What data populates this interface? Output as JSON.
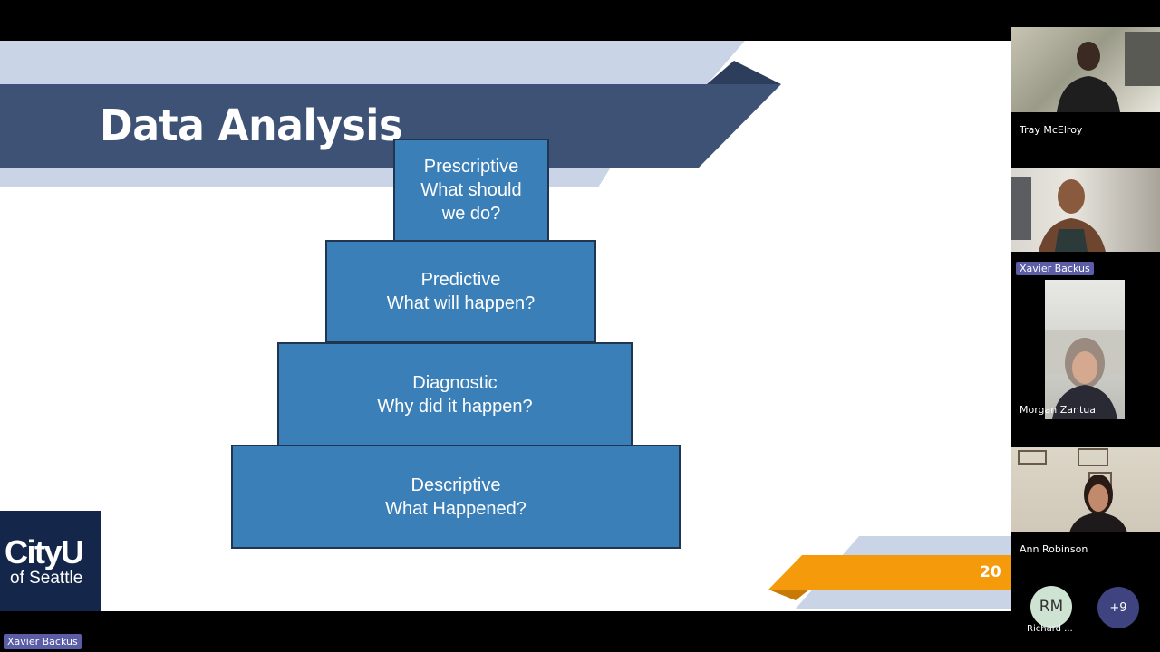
{
  "slide": {
    "title": "Data Analysis",
    "pyramid": [
      {
        "label": "Prescriptive",
        "question_lines": [
          "What should",
          "we do?"
        ]
      },
      {
        "label": "Predictive",
        "question_lines": [
          "What will happen?"
        ]
      },
      {
        "label": "Diagnostic",
        "question_lines": [
          "Why did it happen?"
        ]
      },
      {
        "label": "Descriptive",
        "question_lines": [
          "What Happened?"
        ]
      }
    ],
    "logo": {
      "line1": "CityU",
      "line2": "of Seattle"
    },
    "page_number": "20",
    "colors": {
      "banner_dark": "#3E5275",
      "banner_light": "#C9D5E6",
      "tier_fill": "#3A7FB7",
      "accent_orange": "#F59A0A"
    }
  },
  "participants": [
    {
      "name": "Tray McElroy",
      "highlighted": false
    },
    {
      "name": "Xavier Backus",
      "highlighted": true
    },
    {
      "name": "Morgan Zantua",
      "highlighted": false
    },
    {
      "name": "Ann Robinson",
      "highlighted": false
    }
  ],
  "overflow": {
    "initials": "RM",
    "name": "Richard ...",
    "more_count": "+9"
  },
  "speaker_label": "Xavier Backus"
}
